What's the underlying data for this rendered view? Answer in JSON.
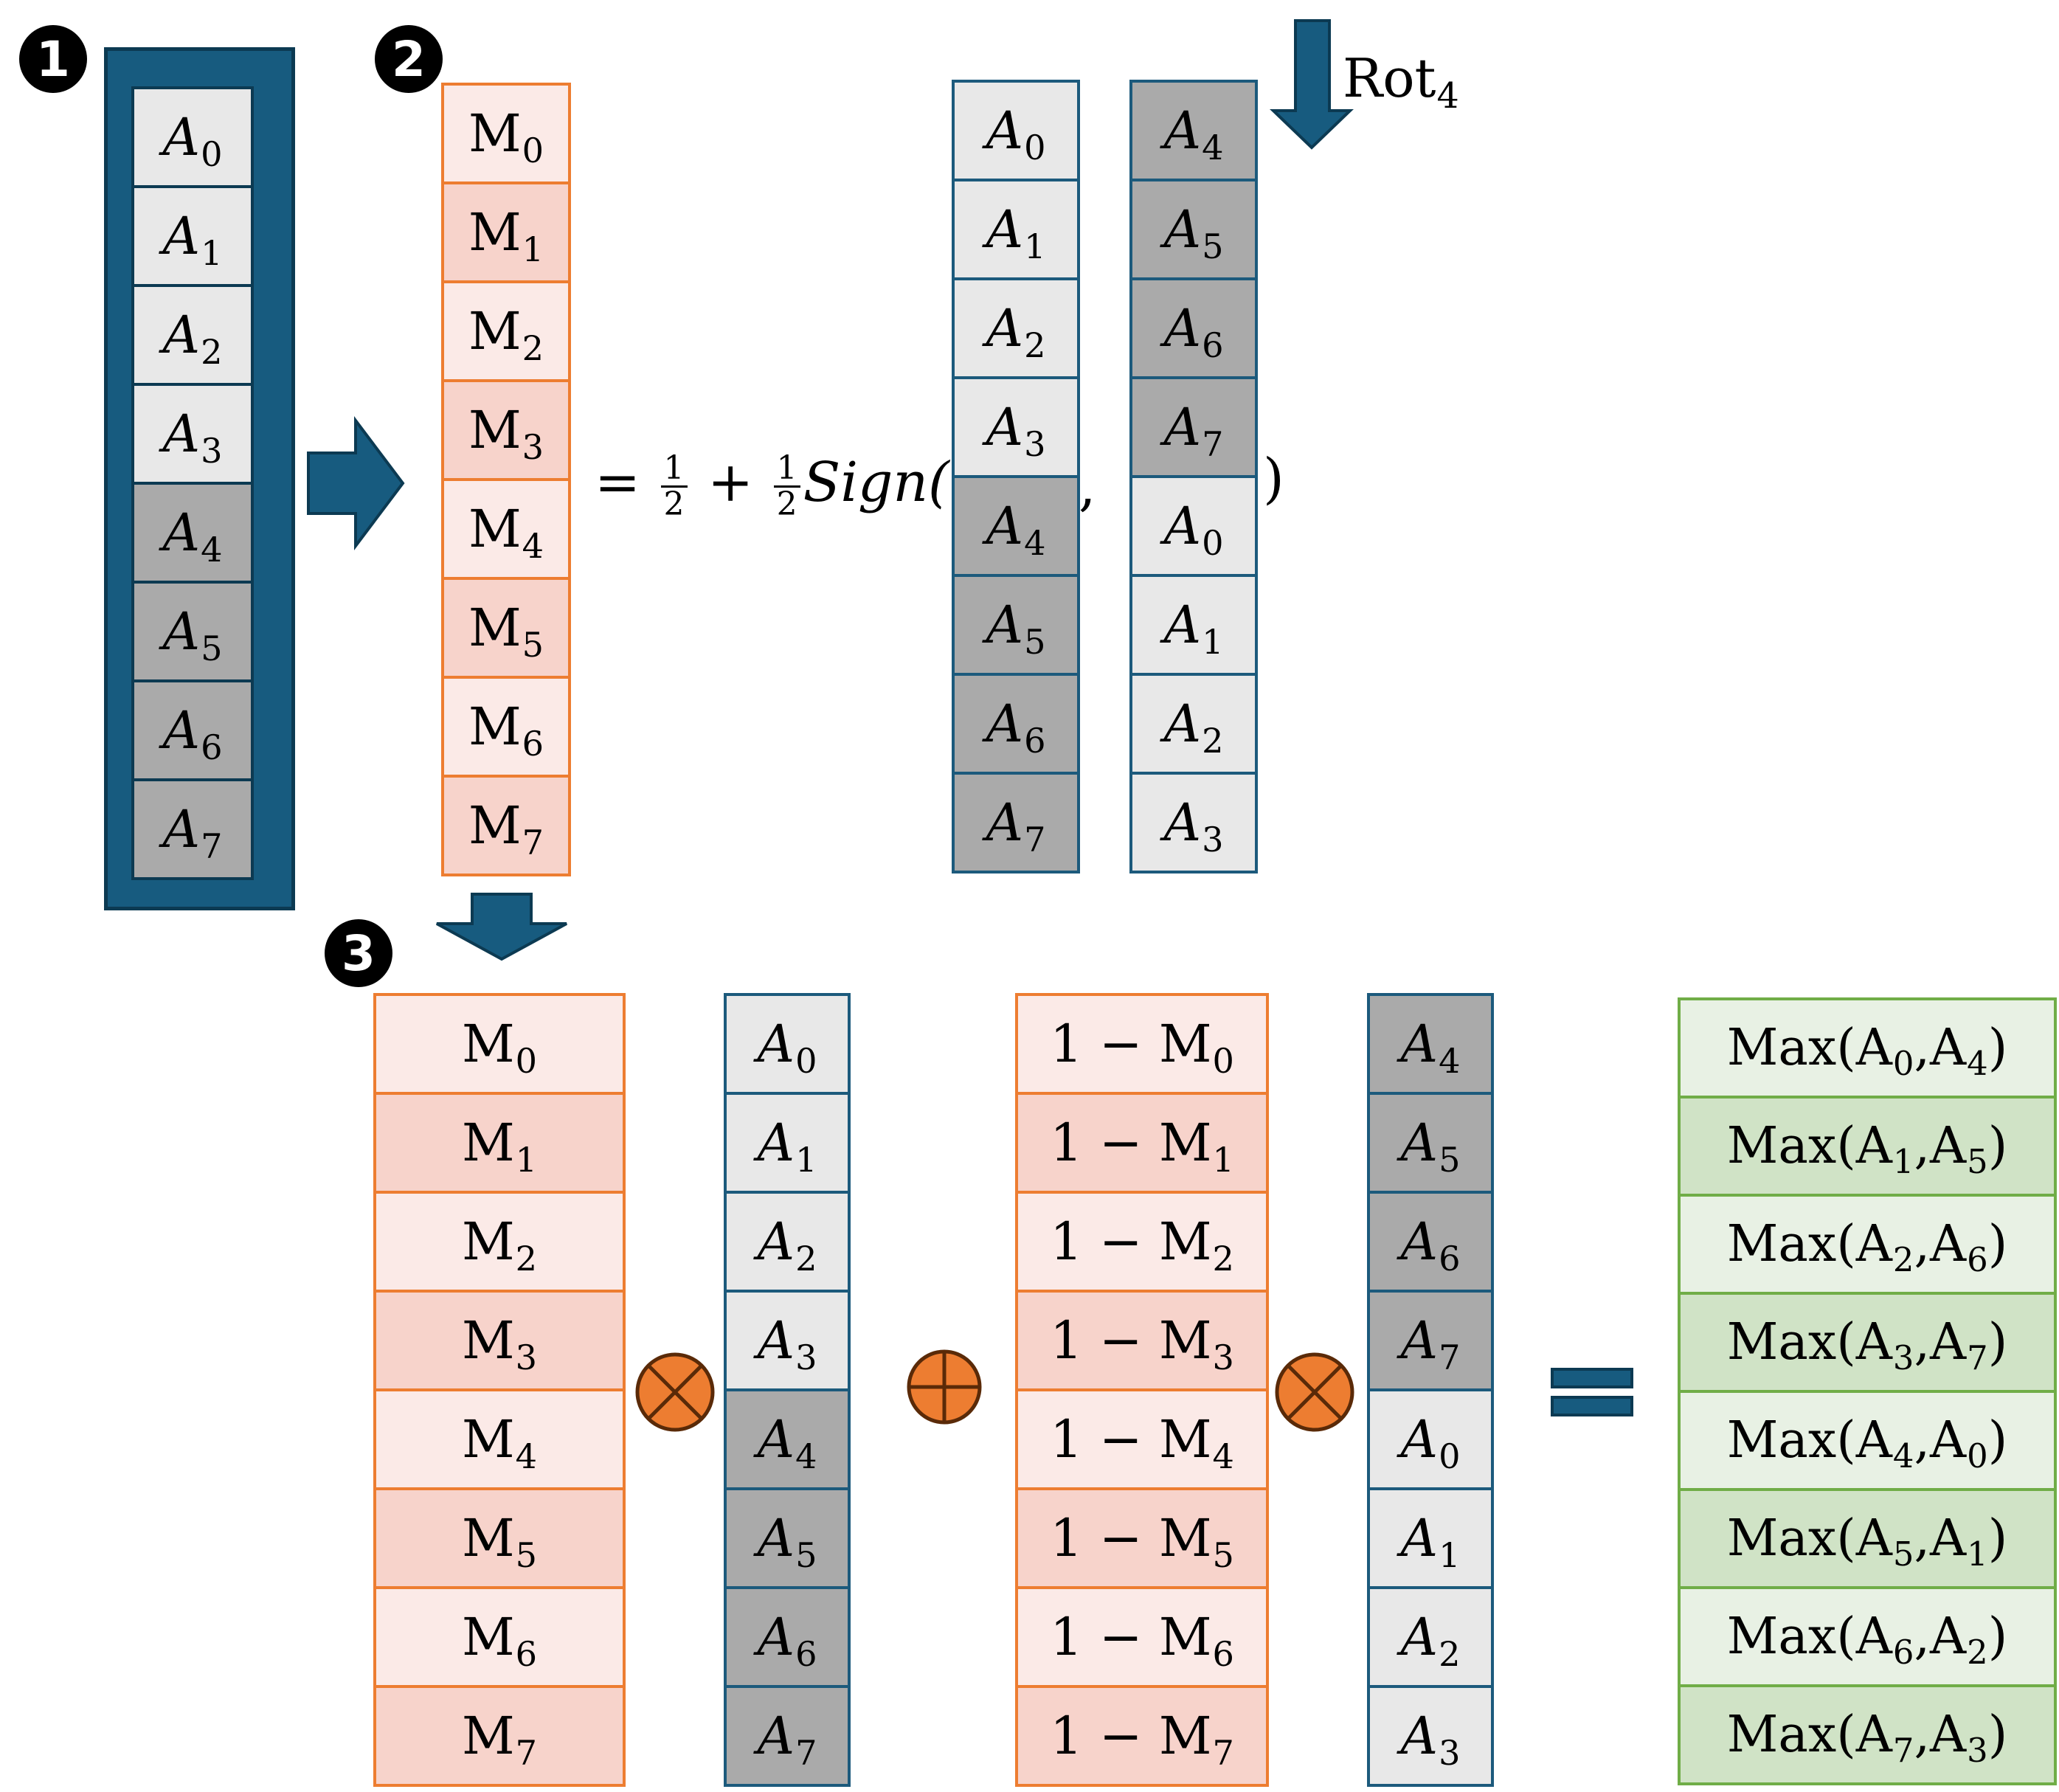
{
  "badges": [
    "1",
    "2",
    "3"
  ],
  "colors": {
    "navy": "#175b7f",
    "light_gray": "#e8e8e8",
    "dark_gray": "#aaaaaa",
    "orange": "#ed7d31",
    "mask_light": "#fbeae7",
    "mask_dark": "#f7d3cb",
    "green_border": "#70ad47",
    "green_light": "#e8f1e4",
    "green_dark": "#d0e3c6"
  },
  "input_vector": [
    {
      "sym": "A",
      "sub": "0",
      "shade": "light"
    },
    {
      "sym": "A",
      "sub": "1",
      "shade": "light"
    },
    {
      "sym": "A",
      "sub": "2",
      "shade": "light"
    },
    {
      "sym": "A",
      "sub": "3",
      "shade": "light"
    },
    {
      "sym": "A",
      "sub": "4",
      "shade": "dark"
    },
    {
      "sym": "A",
      "sub": "5",
      "shade": "dark"
    },
    {
      "sym": "A",
      "sub": "6",
      "shade": "dark"
    },
    {
      "sym": "A",
      "sub": "7",
      "shade": "dark"
    }
  ],
  "mask_vector": [
    {
      "sym": "M",
      "sub": "0",
      "shade": "light"
    },
    {
      "sym": "M",
      "sub": "1",
      "shade": "dark"
    },
    {
      "sym": "M",
      "sub": "2",
      "shade": "light"
    },
    {
      "sym": "M",
      "sub": "3",
      "shade": "dark"
    },
    {
      "sym": "M",
      "sub": "4",
      "shade": "light"
    },
    {
      "sym": "M",
      "sub": "5",
      "shade": "dark"
    },
    {
      "sym": "M",
      "sub": "6",
      "shade": "light"
    },
    {
      "sym": "M",
      "sub": "7",
      "shade": "dark"
    }
  ],
  "rot_label": {
    "text": "Rot",
    "sub": "4"
  },
  "equation": {
    "equals": "=",
    "frac_num": "1",
    "frac_den": "2",
    "plus": "+",
    "sign_text": "Sign(",
    "comma": ",",
    "close": ")"
  },
  "sign_arg1": [
    {
      "sym": "A",
      "sub": "0",
      "shade": "light"
    },
    {
      "sym": "A",
      "sub": "1",
      "shade": "light"
    },
    {
      "sym": "A",
      "sub": "2",
      "shade": "light"
    },
    {
      "sym": "A",
      "sub": "3",
      "shade": "light"
    },
    {
      "sym": "A",
      "sub": "4",
      "shade": "dark"
    },
    {
      "sym": "A",
      "sub": "5",
      "shade": "dark"
    },
    {
      "sym": "A",
      "sub": "6",
      "shade": "dark"
    },
    {
      "sym": "A",
      "sub": "7",
      "shade": "dark"
    }
  ],
  "sign_arg2": [
    {
      "sym": "A",
      "sub": "4",
      "shade": "dark"
    },
    {
      "sym": "A",
      "sub": "5",
      "shade": "dark"
    },
    {
      "sym": "A",
      "sub": "6",
      "shade": "dark"
    },
    {
      "sym": "A",
      "sub": "7",
      "shade": "dark"
    },
    {
      "sym": "A",
      "sub": "0",
      "shade": "light"
    },
    {
      "sym": "A",
      "sub": "1",
      "shade": "light"
    },
    {
      "sym": "A",
      "sub": "2",
      "shade": "light"
    },
    {
      "sym": "A",
      "sub": "3",
      "shade": "light"
    }
  ],
  "bottom_mask": [
    {
      "sym": "M",
      "sub": "0",
      "shade": "light"
    },
    {
      "sym": "M",
      "sub": "1",
      "shade": "dark"
    },
    {
      "sym": "M",
      "sub": "2",
      "shade": "light"
    },
    {
      "sym": "M",
      "sub": "3",
      "shade": "dark"
    },
    {
      "sym": "M",
      "sub": "4",
      "shade": "light"
    },
    {
      "sym": "M",
      "sub": "5",
      "shade": "dark"
    },
    {
      "sym": "M",
      "sub": "6",
      "shade": "light"
    },
    {
      "sym": "M",
      "sub": "7",
      "shade": "dark"
    }
  ],
  "bottom_a": [
    {
      "sym": "A",
      "sub": "0",
      "shade": "light"
    },
    {
      "sym": "A",
      "sub": "1",
      "shade": "light"
    },
    {
      "sym": "A",
      "sub": "2",
      "shade": "light"
    },
    {
      "sym": "A",
      "sub": "3",
      "shade": "light"
    },
    {
      "sym": "A",
      "sub": "4",
      "shade": "dark"
    },
    {
      "sym": "A",
      "sub": "5",
      "shade": "dark"
    },
    {
      "sym": "A",
      "sub": "6",
      "shade": "dark"
    },
    {
      "sym": "A",
      "sub": "7",
      "shade": "dark"
    }
  ],
  "bottom_inv_mask": [
    {
      "pre": "1 − ",
      "sym": "M",
      "sub": "0",
      "shade": "light"
    },
    {
      "pre": "1 − ",
      "sym": "M",
      "sub": "1",
      "shade": "dark"
    },
    {
      "pre": "1 − ",
      "sym": "M",
      "sub": "2",
      "shade": "light"
    },
    {
      "pre": "1 − ",
      "sym": "M",
      "sub": "3",
      "shade": "dark"
    },
    {
      "pre": "1 − ",
      "sym": "M",
      "sub": "4",
      "shade": "light"
    },
    {
      "pre": "1 − ",
      "sym": "M",
      "sub": "5",
      "shade": "dark"
    },
    {
      "pre": "1 − ",
      "sym": "M",
      "sub": "6",
      "shade": "light"
    },
    {
      "pre": "1 − ",
      "sym": "M",
      "sub": "7",
      "shade": "dark"
    }
  ],
  "bottom_rot": [
    {
      "sym": "A",
      "sub": "4",
      "shade": "dark"
    },
    {
      "sym": "A",
      "sub": "5",
      "shade": "dark"
    },
    {
      "sym": "A",
      "sub": "6",
      "shade": "dark"
    },
    {
      "sym": "A",
      "sub": "7",
      "shade": "dark"
    },
    {
      "sym": "A",
      "sub": "0",
      "shade": "light"
    },
    {
      "sym": "A",
      "sub": "1",
      "shade": "light"
    },
    {
      "sym": "A",
      "sub": "2",
      "shade": "light"
    },
    {
      "sym": "A",
      "sub": "3",
      "shade": "light"
    }
  ],
  "result": [
    {
      "a": "0",
      "b": "4",
      "shade": "light"
    },
    {
      "a": "1",
      "b": "5",
      "shade": "dark"
    },
    {
      "a": "2",
      "b": "6",
      "shade": "light"
    },
    {
      "a": "3",
      "b": "7",
      "shade": "dark"
    },
    {
      "a": "4",
      "b": "0",
      "shade": "light"
    },
    {
      "a": "5",
      "b": "1",
      "shade": "dark"
    },
    {
      "a": "6",
      "b": "2",
      "shade": "light"
    },
    {
      "a": "7",
      "b": "3",
      "shade": "dark"
    }
  ],
  "result_prefix": "Max(A",
  "result_sep": ",A",
  "result_suffix": ")",
  "operators": {
    "times_icon": "circled-times",
    "plus_icon": "circled-plus",
    "equals_icon": "equals-bars"
  }
}
